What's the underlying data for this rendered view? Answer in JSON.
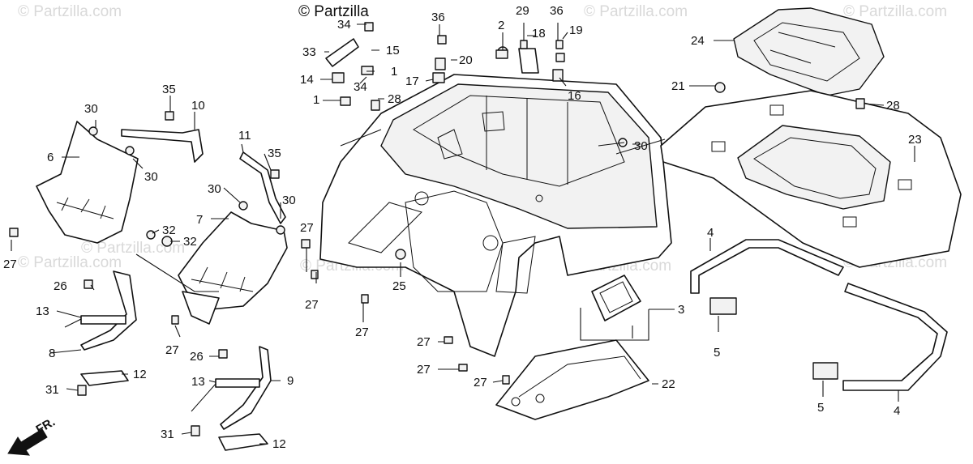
{
  "watermarks": [
    "© Partzilla.com",
    "© Partzilla.com",
    "© Partzilla.com",
    "© Partzilla.com",
    "© Partzilla.com",
    "© Partzilla.com",
    "© Partzilla.com",
    "© Partzilla.com"
  ],
  "top_watermark": "© Partzilla",
  "direction_label": "FR.",
  "callouts": {
    "c34a": "34",
    "c33": "33",
    "c15": "15",
    "c1a": "1",
    "c14": "14",
    "c34b": "34",
    "c36a": "36",
    "c20": "20",
    "c17": "17",
    "c1b": "1",
    "c28a": "28",
    "c2": "2",
    "c29": "29",
    "c18": "18",
    "c36b": "36",
    "c19": "19",
    "c16": "16",
    "c24": "24",
    "c21": "21",
    "c28b": "28",
    "c23": "23",
    "c35a": "35",
    "c10": "10",
    "c30a": "30",
    "c6": "6",
    "c30b": "30",
    "c11": "11",
    "c35b": "35",
    "c30c": "30",
    "c30d": "30",
    "c7": "7",
    "c27a": "27",
    "c32a": "32",
    "c32b": "32",
    "c27b": "27",
    "c30e": "30",
    "c26a": "26",
    "c13a": "13",
    "c8": "8",
    "c31a": "31",
    "c12a": "12",
    "c27c": "27",
    "c26b": "26",
    "c13b": "13",
    "c9": "9",
    "c31b": "31",
    "c12b": "12",
    "c27d": "27",
    "c25": "25",
    "c27e": "27",
    "c27f": "27",
    "c27g": "27",
    "c27h": "27",
    "c3": "3",
    "c22": "22",
    "c4a": "4",
    "c5a": "5",
    "c5b": "5",
    "c4b": "4"
  }
}
